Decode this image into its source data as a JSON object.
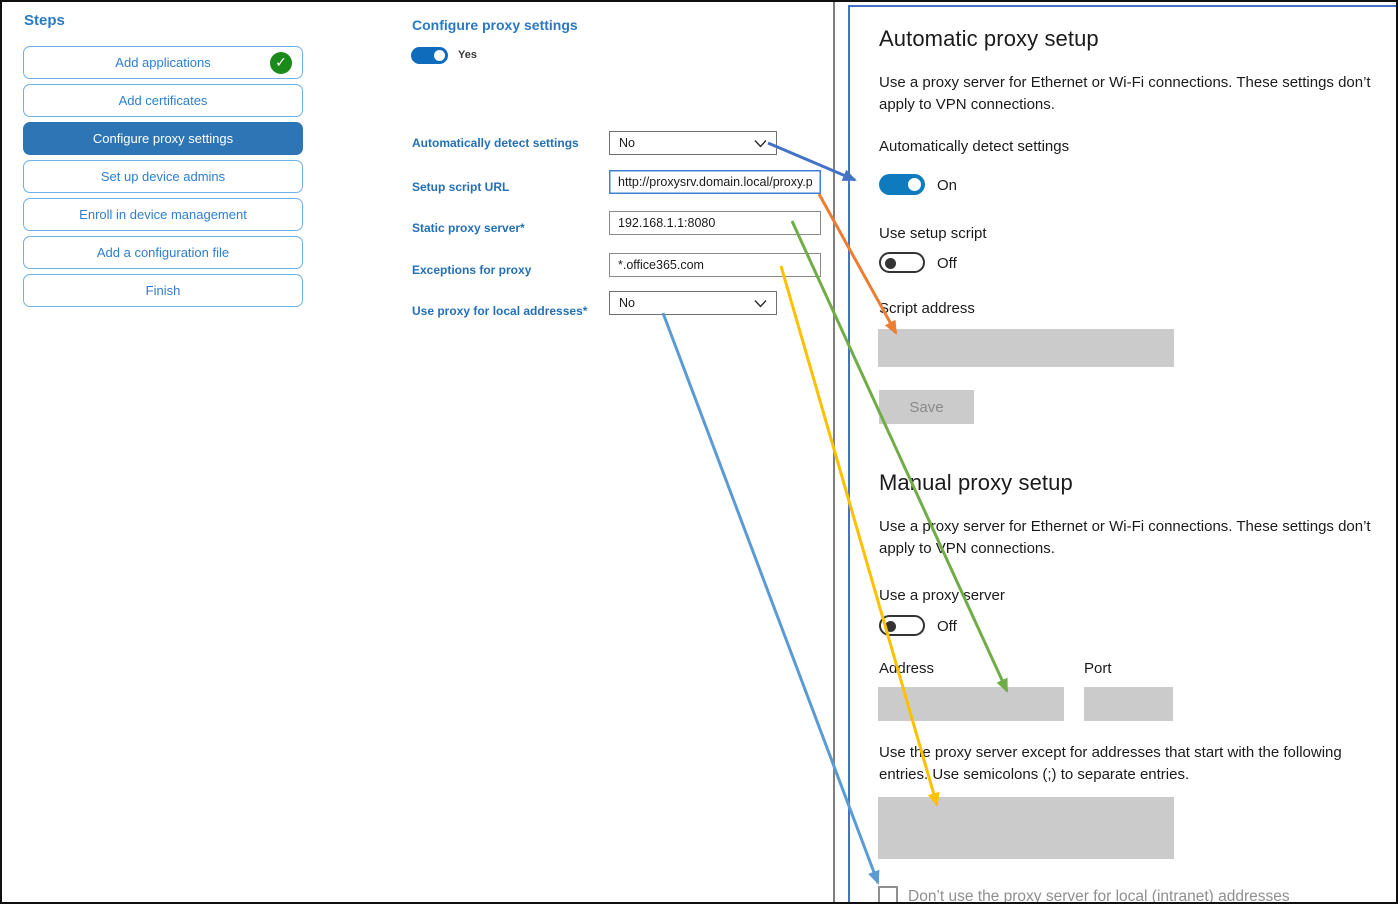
{
  "sidebar": {
    "title": "Steps",
    "items": [
      {
        "label": "Add applications",
        "state": "completed"
      },
      {
        "label": "Add certificates",
        "state": "normal"
      },
      {
        "label": "Configure proxy settings",
        "state": "selected"
      },
      {
        "label": "Set up device admins",
        "state": "normal"
      },
      {
        "label": "Enroll in device management",
        "state": "normal"
      },
      {
        "label": "Add a configuration file",
        "state": "normal"
      },
      {
        "label": "Finish",
        "state": "normal"
      }
    ],
    "completed_icon": "✓"
  },
  "wizard": {
    "title": "Configure proxy settings",
    "enable_toggle": {
      "label": "Yes",
      "state": "on"
    },
    "fields": [
      {
        "label": "Automatically detect settings",
        "type": "select",
        "value": "No"
      },
      {
        "label": "Setup script URL",
        "type": "text",
        "value": "http://proxysrv.domain.local/proxy.pa"
      },
      {
        "label": "Static proxy server*",
        "type": "text",
        "value": "192.168.1.1:8080"
      },
      {
        "label": "Exceptions for proxy",
        "type": "text",
        "value": "*.office365.com"
      },
      {
        "label": "Use proxy for local addresses*",
        "type": "select",
        "value": "No"
      }
    ]
  },
  "settings": {
    "automatic": {
      "title": "Automatic proxy setup",
      "description": "Use a proxy server for Ethernet or Wi-Fi connections. These settings don’t apply to VPN connections.",
      "detect_label": "Automatically detect settings",
      "detect_state": "On",
      "script_toggle_label": "Use setup script",
      "script_toggle_state": "Off",
      "script_address_label": "Script address",
      "save_label": "Save"
    },
    "manual": {
      "title": "Manual proxy setup",
      "description": "Use a proxy server for Ethernet or Wi-Fi connections. These settings don’t apply to VPN connections.",
      "proxy_toggle_label": "Use a proxy server",
      "proxy_toggle_state": "Off",
      "address_label": "Address",
      "port_label": "Port",
      "exceptions_text": "Use the proxy server except for addresses that start with the following entries. Use semicolons (;) to separate entries.",
      "local_checkbox_label": "Don’t use the proxy server for local (intranet) addresses"
    }
  },
  "arrows": [
    {
      "color": "#4472c4",
      "from": "automatically-detect-settings-dropdown",
      "to": "automatically-detect-settings-toggle"
    },
    {
      "color": "#ed7d31",
      "from": "setup-script-url-input",
      "to": "script-address-field"
    },
    {
      "color": "#70ad47",
      "from": "static-proxy-server-input",
      "to": "address-field"
    },
    {
      "color": "#ffc000",
      "from": "exceptions-for-proxy-input",
      "to": "proxy-exceptions-textarea"
    },
    {
      "color": "#5b9bd5",
      "from": "use-proxy-local-dropdown",
      "to": "local-intranet-checkbox"
    }
  ],
  "colors": {
    "accent_blue": "#0f6cbd",
    "sidebar_selected": "#2e75b6",
    "sidebar_border": "#6fb0e8",
    "completed_green": "#1a8a1a",
    "frame_blue": "#4472c4",
    "disabled_gray": "#cbcbcb"
  }
}
